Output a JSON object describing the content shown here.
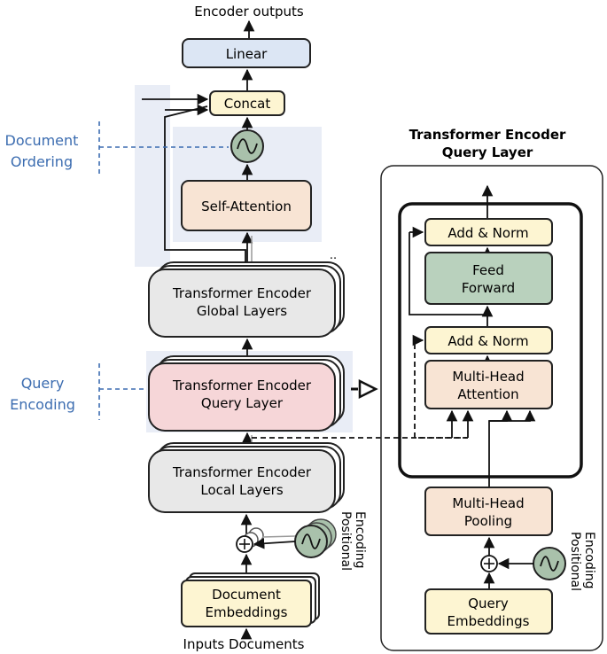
{
  "labels": {
    "encoder_outputs": "Encoder outputs",
    "linear": "Linear",
    "concat": "Concat",
    "self_attention": "Self-Attention",
    "global_layers_1": "Transformer Encoder",
    "global_layers_2": "Global Layers",
    "query_layer_1": "Transformer Encoder",
    "query_layer_2": "Query Layer",
    "local_layers_1": "Transformer Encoder",
    "local_layers_2": "Local Layers",
    "doc_embeddings_1": "Document",
    "doc_embeddings_2": "Embeddings",
    "inputs_documents": "Inputs Documents",
    "positional_1": "Positional",
    "positional_2": "Encoding",
    "document_ordering_1": "Document",
    "document_ordering_2": "Ordering",
    "query_encoding_1": "Query",
    "query_encoding_2": "Encoding",
    "dots": ".."
  },
  "detail": {
    "title_1": "Transformer Encoder",
    "title_2": "Query Layer",
    "add_norm_top": "Add & Norm",
    "feed_forward_1": "Feed",
    "feed_forward_2": "Forward",
    "add_norm_bottom": "Add & Norm",
    "mha_1": "Multi-Head",
    "mha_2": "Attention",
    "pooling_1": "Multi-Head",
    "pooling_2": "Pooling",
    "query_emb_1": "Query",
    "query_emb_2": "Embeddings",
    "positional_1": "Positional",
    "positional_2": "Encoding"
  },
  "colors": {
    "linear_fill": "#dce6f4",
    "yellow_fill": "#fdf5d2",
    "peach_fill": "#f8e4d4",
    "gray_fill": "#e8e8e8",
    "pink_fill": "#f6d6d8",
    "green_fill": "#b9d1bd",
    "circle_fill": "#a9c1ab",
    "blue_text": "#3b6cb0",
    "highlight": "#e9edf6"
  }
}
